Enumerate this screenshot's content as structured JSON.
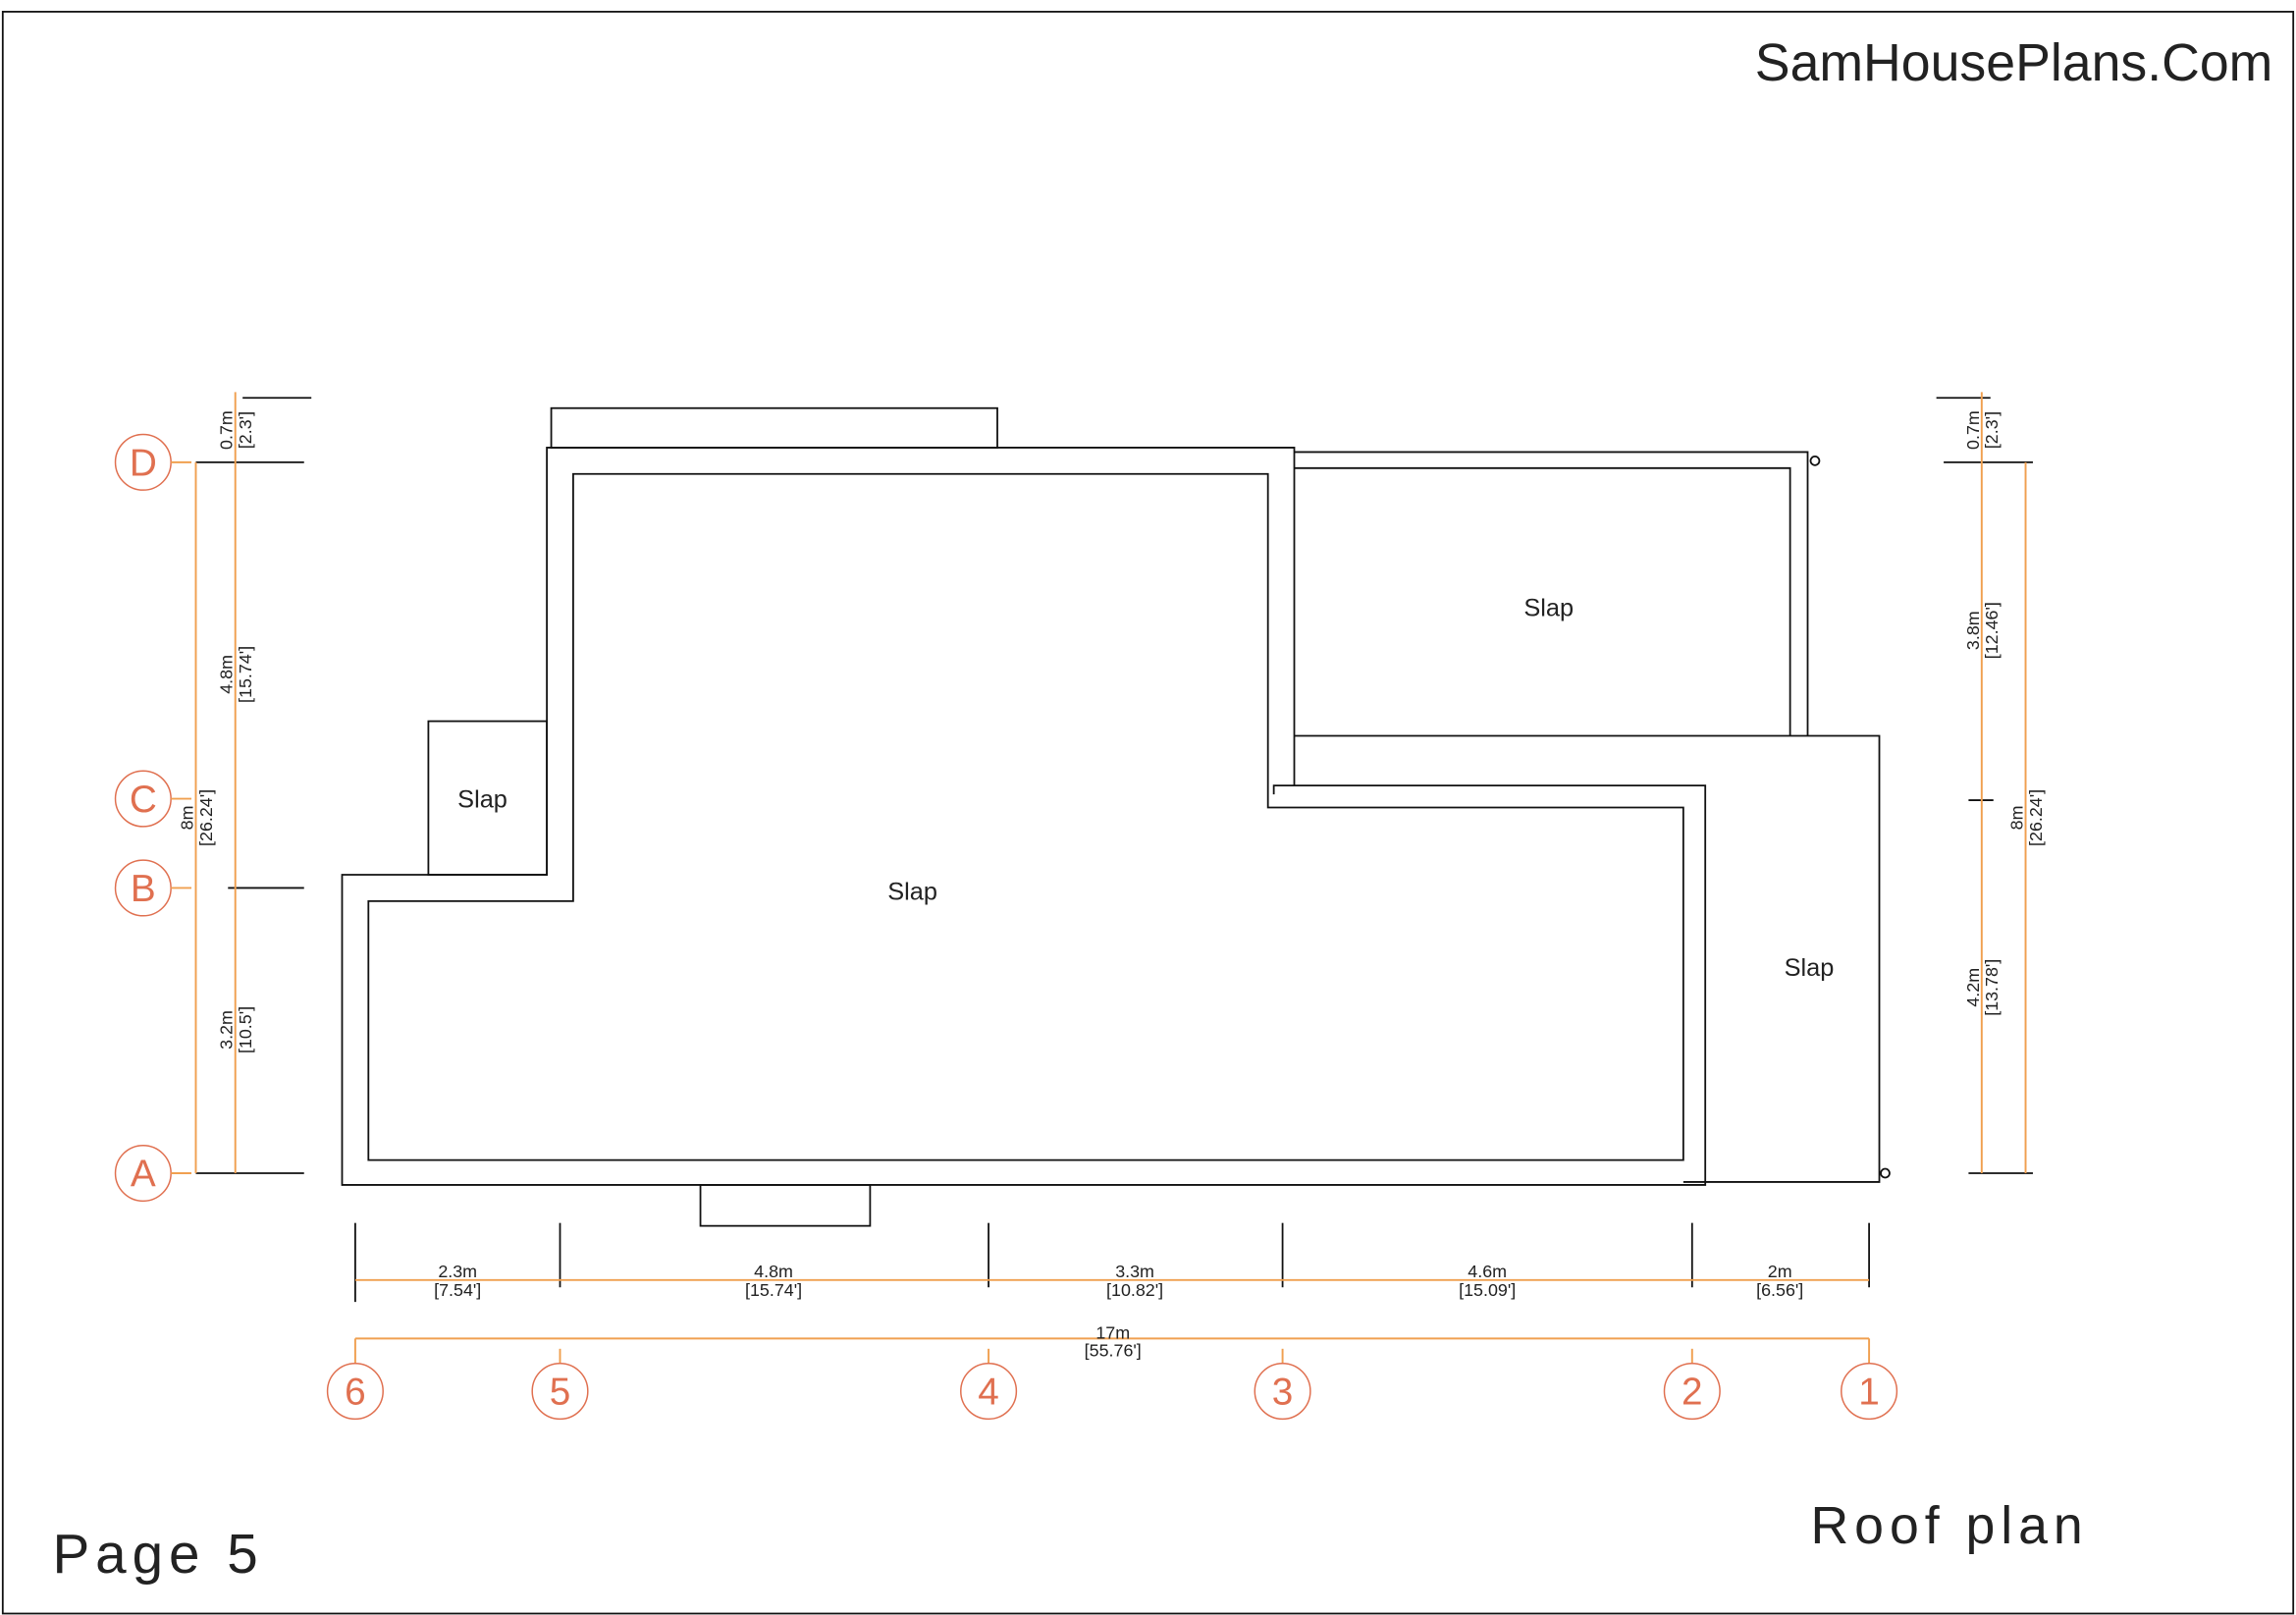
{
  "brand": "SamHousePlans.Com",
  "page_label": "Page 5",
  "drawing_title": "Roof plan",
  "slabs": [
    "Slap",
    "Slap",
    "Slap",
    "Slap"
  ],
  "grid_rows": [
    "D",
    "C",
    "B",
    "A"
  ],
  "grid_cols": [
    "6",
    "5",
    "4",
    "3",
    "2",
    "1"
  ],
  "left_dims": [
    {
      "m": "0.7m",
      "ft": "[2.3']"
    },
    {
      "m": "4.8m",
      "ft": "[15.74']"
    },
    {
      "m": "3.2m",
      "ft": "[10.5']"
    },
    {
      "m": "8m",
      "ft": "[26.24']"
    }
  ],
  "right_dims": [
    {
      "m": "0.7m",
      "ft": "[2.3']"
    },
    {
      "m": "3.8m",
      "ft": "[12.46']"
    },
    {
      "m": "4.2m",
      "ft": "[13.78']"
    },
    {
      "m": "8m",
      "ft": "[26.24']"
    }
  ],
  "bottom_dims": [
    {
      "m": "2.3m",
      "ft": "[7.54']"
    },
    {
      "m": "4.8m",
      "ft": "[15.74']"
    },
    {
      "m": "3.3m",
      "ft": "[10.82']"
    },
    {
      "m": "4.6m",
      "ft": "[15.09']"
    },
    {
      "m": "2m",
      "ft": "[6.56']"
    },
    {
      "m": "17m",
      "ft": "[55.76']"
    }
  ],
  "colors": {
    "dimension": "#f0a050",
    "grid_bubble": "#e07050"
  }
}
